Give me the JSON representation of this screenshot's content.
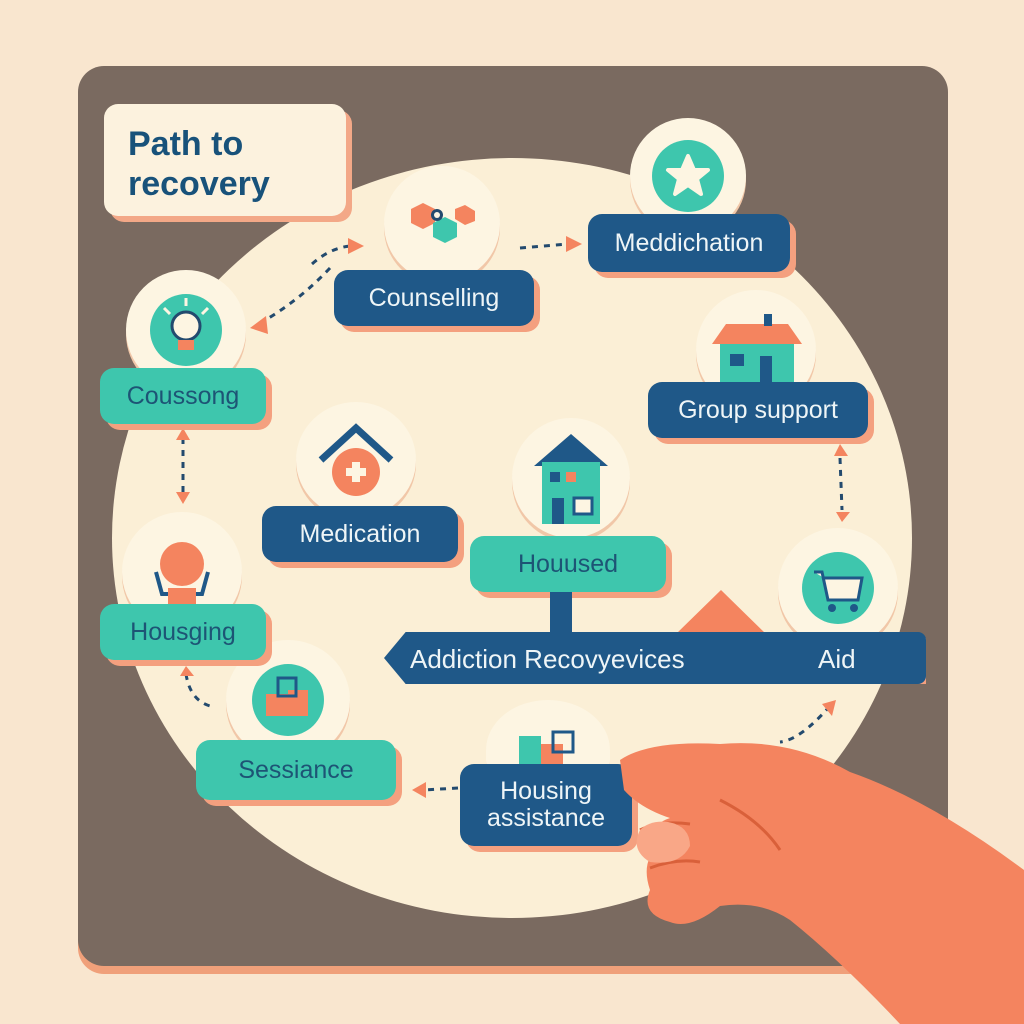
{
  "title": "Path to recovery",
  "nodes": {
    "counselling_top": "Counselling",
    "medication_top": "Meddichation",
    "group_support": "Group support",
    "counseling_left": "Coussong",
    "medication_center": "Medication",
    "housed": "Houused",
    "housing_left": "Housging",
    "sessiance": "Sessiance",
    "housing_assistance_line1": "Housing",
    "housing_assistance_line2": "assistance"
  },
  "banner": {
    "main": "Addiction Recovyevices",
    "aid": "Aid"
  },
  "icons": [
    "molecule-icon",
    "star-icon",
    "lightbulb-icon",
    "home-plus-icon",
    "house-icon",
    "cottage-icon",
    "hands-icon",
    "cart-icon",
    "blocks-icon",
    "puzzle-icon",
    "hand-icon"
  ],
  "colors": {
    "navy": "#1f5888",
    "teal": "#3ec6ad",
    "coral": "#f4845f",
    "cream": "#fbefd6",
    "panel": "#7a6a60"
  }
}
